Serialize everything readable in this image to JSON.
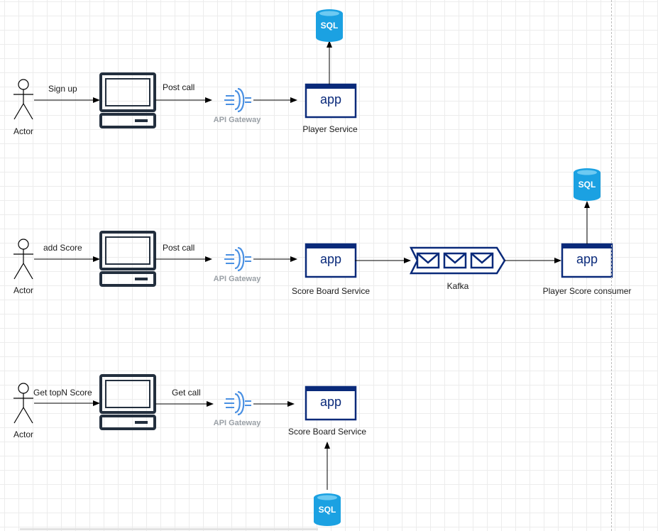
{
  "colors": {
    "arrow": "#000000",
    "device": "#232f3e",
    "gateway": "#4a90e2",
    "app_blue": "#0a2a7a",
    "sql_blue": "#1ba1e2",
    "gateway_label": "#9aa0a6"
  },
  "flows": [
    {
      "actor_label": "Actor",
      "action_label": "Sign up",
      "call_label": "Post call",
      "gateway_label": "API Gateway",
      "service": {
        "app_text": "app",
        "label": "Player Service"
      },
      "db_text": "SQL"
    },
    {
      "actor_label": "Actor",
      "action_label": "add Score",
      "call_label": "Post call",
      "gateway_label": "API Gateway",
      "service": {
        "app_text": "app",
        "label": "Score Board Service"
      },
      "queue_label": "Kafka",
      "consumer": {
        "app_text": "app",
        "label": "Player Score consumer"
      },
      "db_text": "SQL"
    },
    {
      "actor_label": "Actor",
      "action_label": "Get topN Score",
      "call_label": "Get call",
      "gateway_label": "API Gateway",
      "service": {
        "app_text": "app",
        "label": "Score Board Service"
      },
      "db_text": "SQL"
    }
  ]
}
